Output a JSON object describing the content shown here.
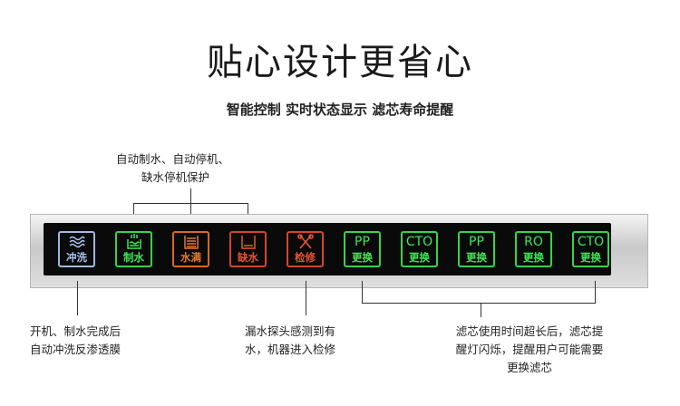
{
  "header": {
    "title": "贴心设计更省心",
    "subtitle": "智能控制 实时状态显示 滤芯寿命提醒"
  },
  "notes": {
    "top_line1": "自动制水、自动停机、",
    "top_line2": "缺水停机保护",
    "left_line1": "开机、制水完成后",
    "left_line2": "自动冲洗反渗透膜",
    "mid_line1": "漏水探头感测到有",
    "mid_line2": "水，机器进入检修",
    "right_line1": "滤芯使用时间超长后，滤芯提",
    "right_line2": "醒灯闪烁，提醒用户可能需要更换滤芯"
  },
  "panel": {
    "buttons": [
      {
        "icon": "waves-icon",
        "label": "冲洗",
        "color": "#a9c4ee"
      },
      {
        "icon": "water-making-icon",
        "label": "制水",
        "color": "#3ee854"
      },
      {
        "icon": "tank-full-icon",
        "label": "水满",
        "color": "#e77826"
      },
      {
        "icon": "tank-empty-icon",
        "label": "缺水",
        "color": "#e85434"
      },
      {
        "icon": "tools-icon",
        "label": "检修",
        "color": "#e85434"
      },
      {
        "top": "PP",
        "label": "更换",
        "color": "#3ee854"
      },
      {
        "top": "CTO",
        "label": "更换",
        "color": "#3ee854"
      },
      {
        "top": "PP",
        "label": "更换",
        "color": "#3ee854"
      },
      {
        "top": "RO",
        "label": "更换",
        "color": "#3ee854"
      },
      {
        "top": "CTO",
        "label": "更换",
        "color": "#3ee854"
      }
    ]
  }
}
